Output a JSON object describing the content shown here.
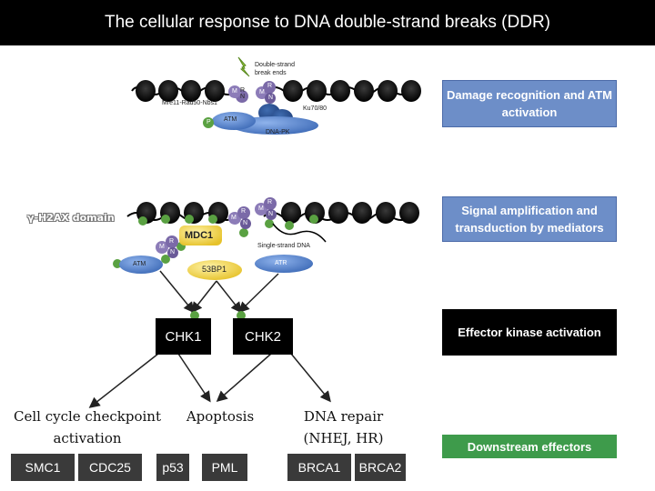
{
  "title": "The cellular response to DNA double-strand breaks (DDR)",
  "labels": {
    "dsb_ends": "Double-strand break ends",
    "mrn": "Mre11-Rad50-Nbs1",
    "ku": "Ku70/80",
    "atm": "ATM",
    "dnapk": "DNA-PK",
    "gamma_h2ax": "γ-H2AX domain",
    "mdc1": "MDC1",
    "ssdna": "Single-strand DNA",
    "atr": "ATR",
    "bp53": "53BP1",
    "chk1": "CHK1",
    "chk2": "CHK2",
    "p": "P",
    "m": "M",
    "r": "R",
    "n": "N"
  },
  "side_boxes": {
    "damage": "Damage recognition and ATM activation",
    "signal": "Signal amplification and transduction by mediators",
    "effector_kinase": "Effector kinase activation",
    "downstream": "Downstream effectors"
  },
  "outcomes": {
    "cell_cycle": "Cell cycle checkpoint activation",
    "apoptosis": "Apoptosis",
    "dna_repair": "DNA repair (NHEJ, HR)"
  },
  "effectors": [
    "SMC1",
    "CDC25",
    "p53",
    "PML",
    "BRCA1",
    "BRCA2"
  ],
  "colors": {
    "nucleosome": "#000000",
    "blue_box": "#6d8ec8",
    "green_box": "#3e9b4b",
    "mrn_purple": "#7b6aa8",
    "p_green": "#5aa142",
    "atm_blue": "#4f7dc4",
    "mdc1_yellow": "#f2d54a",
    "pill_gray": "#3a3a3a"
  }
}
